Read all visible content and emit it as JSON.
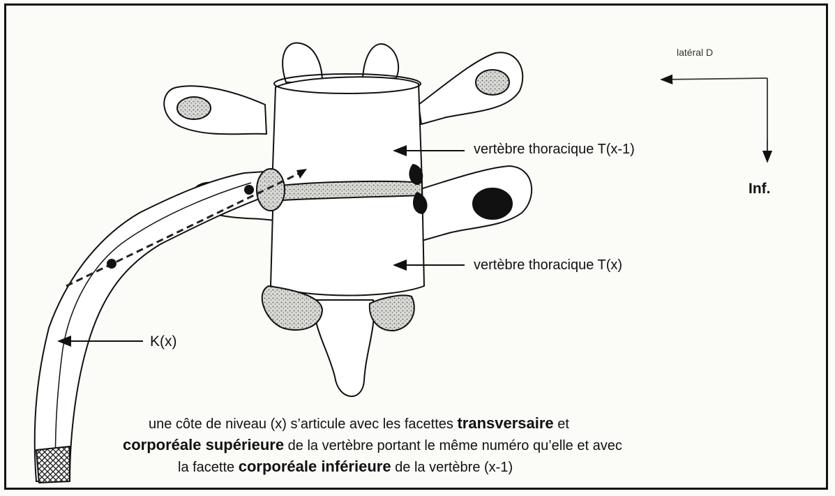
{
  "labels": {
    "vertebra_upper": "vertèbre thoracique T(x-1)",
    "vertebra_lower": "vertèbre thoracique T(x)",
    "rib": "K(x)",
    "lateral": "latéral D",
    "inferior": "Inf."
  },
  "caption": {
    "line1_a": "une côte de niveau (x) s’articule avec les facettes ",
    "line1_b": "transversaire",
    "line1_c": " et",
    "line2_a": "corporéale supérieure",
    "line2_b": " de la vertèbre portant le même numéro qu’elle et avec",
    "line3_a": "la facette ",
    "line3_b": "corporéale inférieure",
    "line3_c": " de la vertèbre (x-1)"
  },
  "colors": {
    "ink": "#111111",
    "paper": "#fbfbf8",
    "stipple": "#8a8a8a"
  }
}
